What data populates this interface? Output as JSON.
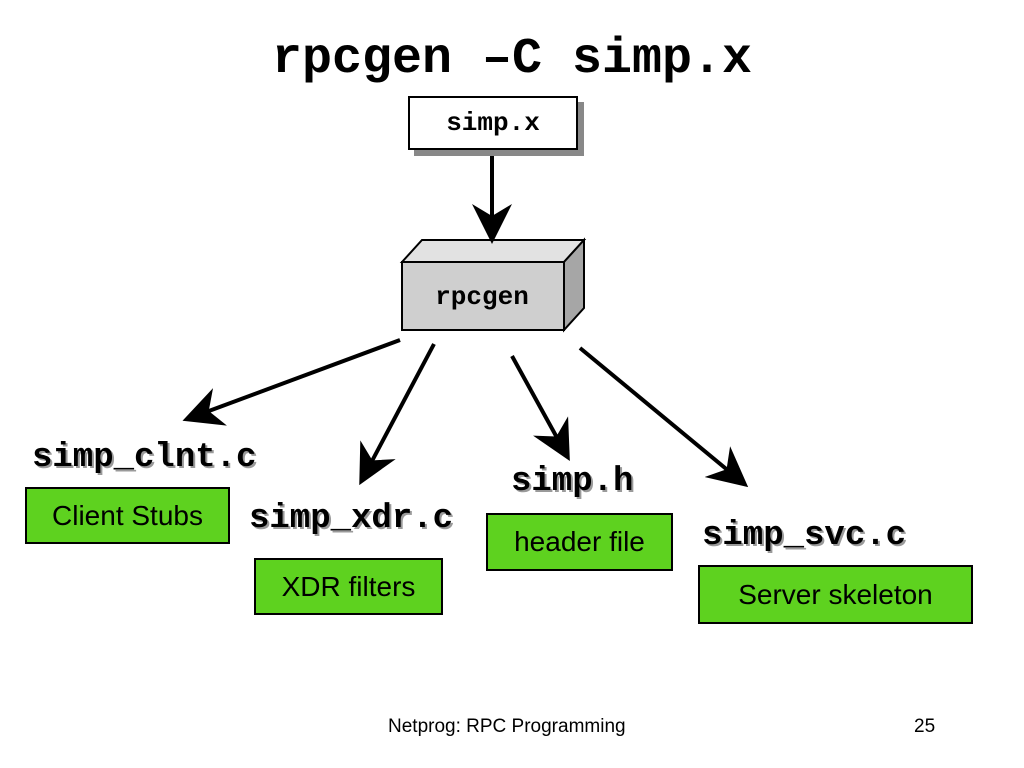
{
  "title": "rpcgen –C simp.x",
  "input_file": "simp.x",
  "processor": "rpcgen",
  "outputs": [
    {
      "file": "simp_clnt.c",
      "desc": "Client Stubs"
    },
    {
      "file": "simp_xdr.c",
      "desc": "XDR filters"
    },
    {
      "file": "simp.h",
      "desc": "header file"
    },
    {
      "file": "simp_svc.c",
      "desc": "Server skeleton"
    }
  ],
  "colors": {
    "desc_box": "#5ed21f",
    "processor_face": "#cfcfcf",
    "processor_top": "#e2e2e2",
    "processor_side": "#a6a6a6"
  },
  "footer": {
    "left": "Netprog:  RPC Programming",
    "page": "25"
  }
}
